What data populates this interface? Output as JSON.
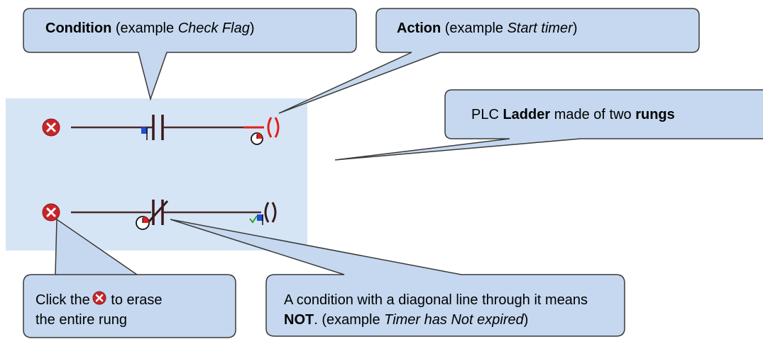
{
  "callouts": {
    "condition": {
      "bold": "Condition",
      "mid": " (example ",
      "italic": "Check Flag",
      "end": ")"
    },
    "action": {
      "bold": "Action",
      "mid": " (example ",
      "italic": "Start timer",
      "end": ")"
    },
    "ladder": {
      "pre": "PLC ",
      "bold1": "Ladder",
      "mid": " made of two ",
      "bold2": "rungs"
    },
    "erase": {
      "pre": "Click the",
      "post": " to erase",
      "line2": "the entire rung"
    },
    "not": {
      "line1": "A condition with a diagonal line through it means",
      "bold": "NOT",
      "mid": ". (example ",
      "italic": "Timer has Not expired",
      "end": ")"
    }
  },
  "colors": {
    "callout_fill": "#c5d8ef",
    "callout_stroke": "#3a3a3a",
    "ladder_bg": "#d6e5f5",
    "rail": "#4a2a2a",
    "coil_red": "#e0201c",
    "delete_red": "#c8262a",
    "flag_blue": "#1f50d0",
    "check_green": "#2aa52a"
  },
  "icons": [
    "delete-icon",
    "timer-icon",
    "flag-icon",
    "checkmark-icon"
  ]
}
